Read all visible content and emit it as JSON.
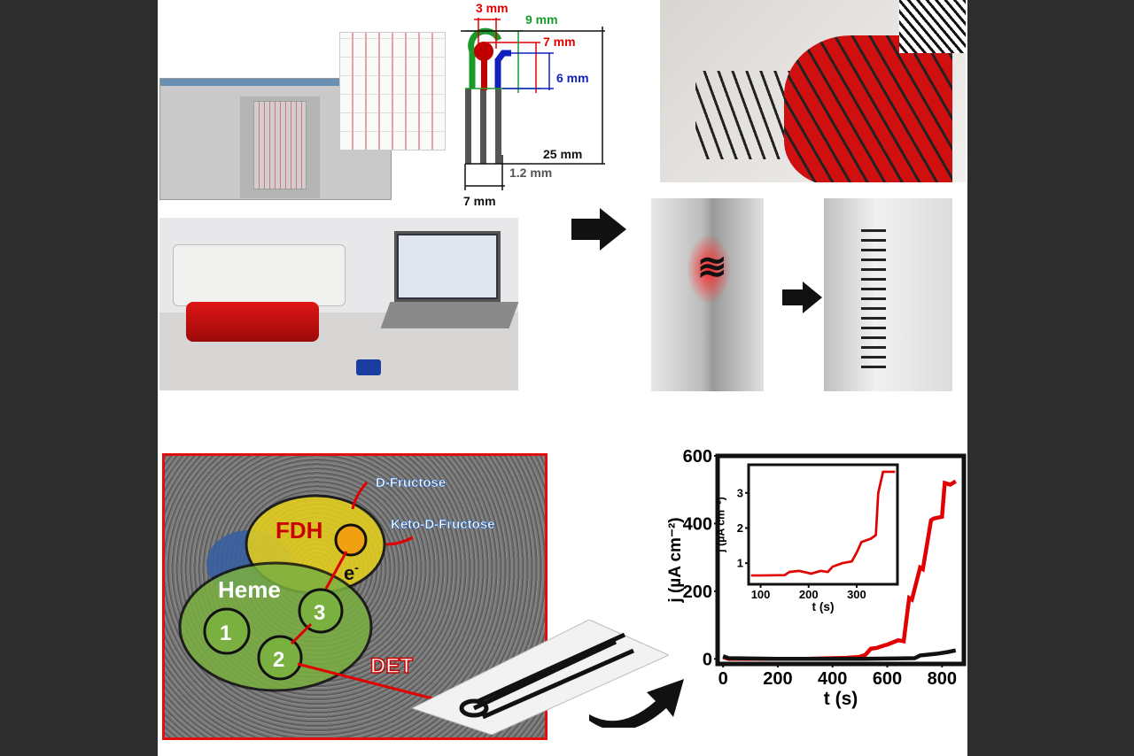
{
  "dimensions": {
    "d1": "3 mm",
    "d2": "9 mm",
    "d3": "7 mm",
    "d4": "6 mm",
    "d5": "25 mm",
    "d6": "1.2 mm",
    "d7": "7 mm"
  },
  "diagram": {
    "substrate_in": "D-Fructose",
    "product_out": "Keto-D-Fructose",
    "enzyme": "FDH",
    "electron": "e",
    "electron_sup": "-",
    "heme_label": "Heme",
    "heme_1": "1",
    "heme_2": "2",
    "heme_3": "3",
    "transfer": "DET"
  },
  "colors": {
    "red": "#e00000",
    "green": "#1a9a2a",
    "blue": "#1020c0",
    "frame": "#e01010"
  },
  "chart_data": [
    {
      "type": "line",
      "xlabel": "t (s)",
      "ylabel": "j (µA cm⁻²)",
      "xlim": [
        -20,
        880
      ],
      "ylim": [
        -15,
        600
      ],
      "xticks": [
        0,
        200,
        400,
        600,
        800
      ],
      "yticks": [
        0,
        200,
        400,
        600
      ],
      "series": [
        {
          "color": "#e00000",
          "x": [
            0,
            20,
            100,
            300,
            450,
            500,
            520,
            540,
            560,
            590,
            600,
            640,
            660,
            680,
            690,
            720,
            730,
            760,
            770,
            800,
            810,
            830,
            850
          ],
          "y": [
            5,
            0,
            0,
            0,
            3,
            6,
            12,
            30,
            32,
            40,
            42,
            55,
            52,
            180,
            175,
            270,
            265,
            410,
            415,
            420,
            520,
            515,
            525
          ]
        },
        {
          "color": "#111111",
          "x": [
            0,
            20,
            200,
            500,
            700,
            720,
            780,
            820,
            850
          ],
          "y": [
            8,
            2,
            0,
            0,
            2,
            10,
            15,
            20,
            25
          ]
        }
      ]
    },
    {
      "type": "line",
      "xlabel": "t (s)",
      "ylabel": "j (µA cm⁻²)",
      "xlim": [
        75,
        385
      ],
      "ylim": [
        0.4,
        3.8
      ],
      "xticks": [
        100,
        200,
        300
      ],
      "yticks": [
        1,
        2,
        3
      ],
      "series": [
        {
          "color": "#e00000",
          "x": [
            80,
            100,
            150,
            160,
            180,
            200,
            205,
            225,
            240,
            250,
            270,
            290,
            300,
            310,
            330,
            340,
            345,
            355,
            380
          ],
          "y": [
            0.65,
            0.65,
            0.66,
            0.75,
            0.78,
            0.72,
            0.7,
            0.78,
            0.75,
            0.9,
            1.0,
            1.05,
            1.3,
            1.6,
            1.7,
            1.8,
            3.0,
            3.6,
            3.6
          ]
        }
      ]
    }
  ]
}
